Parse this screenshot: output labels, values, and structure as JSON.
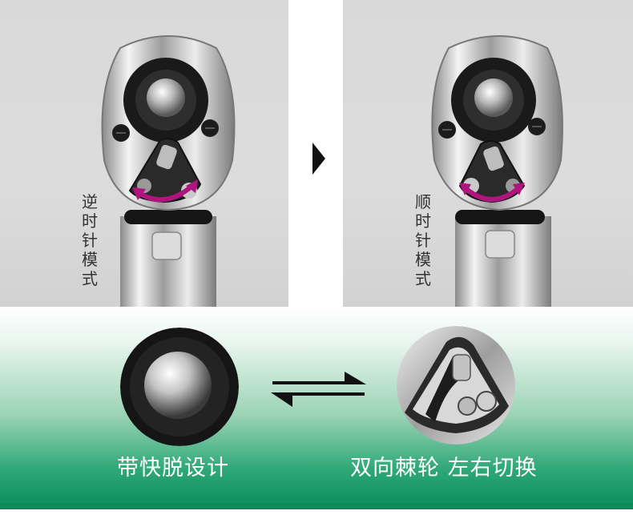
{
  "left_panel": {
    "vertical_label": "逆时针模式"
  },
  "right_panel": {
    "vertical_label": "顺时针模式"
  },
  "captions": {
    "left": "带快脱设计",
    "right": "双向棘轮 左右切换"
  },
  "colors": {
    "green_band": "#0d8f5f",
    "direction_arrow": "#b0157f",
    "caption_text": "#ffffff"
  },
  "icons": {
    "between_panels": "play-arrow-icon",
    "between_circles": "swap-arrows-icon"
  }
}
